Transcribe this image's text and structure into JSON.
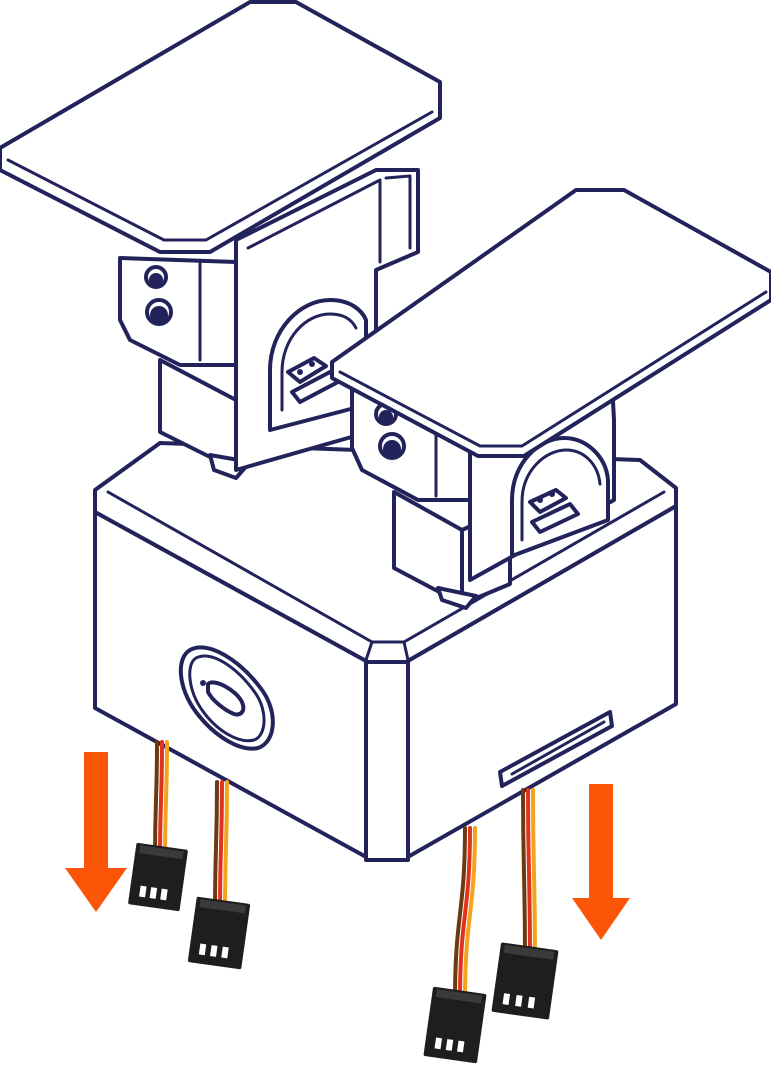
{
  "diagram": {
    "subject": "servo-mount-assembly",
    "colors": {
      "background": "#ffffff",
      "outline": "#23235c",
      "arrow": "#fb5607",
      "wire_brown": "#6b3a10",
      "wire_red": "#e0331f",
      "wire_orange": "#f7a21b",
      "connector": "#1e1e1e",
      "pin": "#ffffff"
    },
    "components": [
      {
        "name": "base-box"
      },
      {
        "name": "left-servo-bracket"
      },
      {
        "name": "right-servo-bracket"
      },
      {
        "name": "usb-port"
      },
      {
        "name": "side-slot"
      }
    ],
    "cables": [
      {
        "name": "cable-1",
        "connector": "3-pin"
      },
      {
        "name": "cable-2",
        "connector": "3-pin"
      },
      {
        "name": "cable-3",
        "connector": "3-pin"
      },
      {
        "name": "cable-4",
        "connector": "3-pin"
      }
    ],
    "arrows": [
      {
        "name": "pull-arrow-left",
        "direction": "down"
      },
      {
        "name": "pull-arrow-right",
        "direction": "down"
      }
    ]
  }
}
